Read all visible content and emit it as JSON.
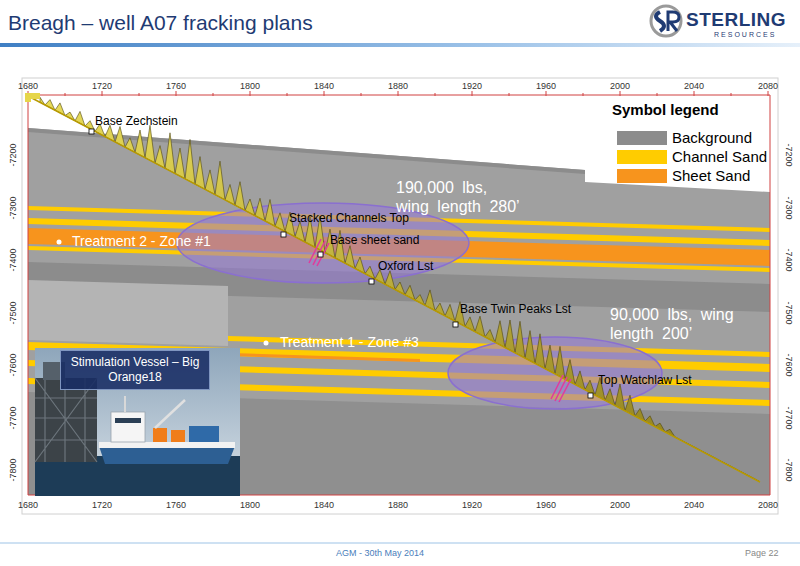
{
  "diagram": {
    "title": "Breagh – well A07 fracking plans",
    "nodes": [
      {
        "text": [
          "Stimulation Vessel – Big Orange18"
        ]
      }
    ],
    "labels": [
      "STERLING",
      "RESOURCES",
      "1680",
      "1720",
      "1760",
      "1800",
      "1840",
      "1880",
      "1920",
      "1960",
      "2000",
      "2040",
      "2080",
      "1680",
      "1720",
      "1760",
      "1800",
      "1840",
      "1880",
      "1920",
      "1960",
      "2000",
      "2040",
      "2080",
      "-7200",
      "-7300",
      "-7400",
      "-7500",
      "-7600",
      "-7700",
      "-7800",
      "-7200",
      "-7300",
      "-7400",
      "-7500",
      "-7600",
      "-7700",
      "-7800",
      "Symbol legend",
      "Base Zechstein",
      "Stacked Channels Top",
      "Base sheet sand",
      "Oxford Lst",
      "Base Twin Peaks Lst",
      "190,000 lbs, wing length 280’",
      "Treatment 2 - Zone #1",
      "90,000 lbs, wing length 200’",
      "Treatment 1 - Zone #3",
      "Top Watchlaw Lst",
      "AGM - 30th May 2014",
      "Page 22"
    ],
    "legend": [
      {
        "text": "Background",
        "color": "#8c8c8c"
      },
      {
        "text": "Channel Sand",
        "color": "#ffcc00"
      },
      {
        "text": "Sheet Sand",
        "color": "#f7941d"
      }
    ]
  }
}
